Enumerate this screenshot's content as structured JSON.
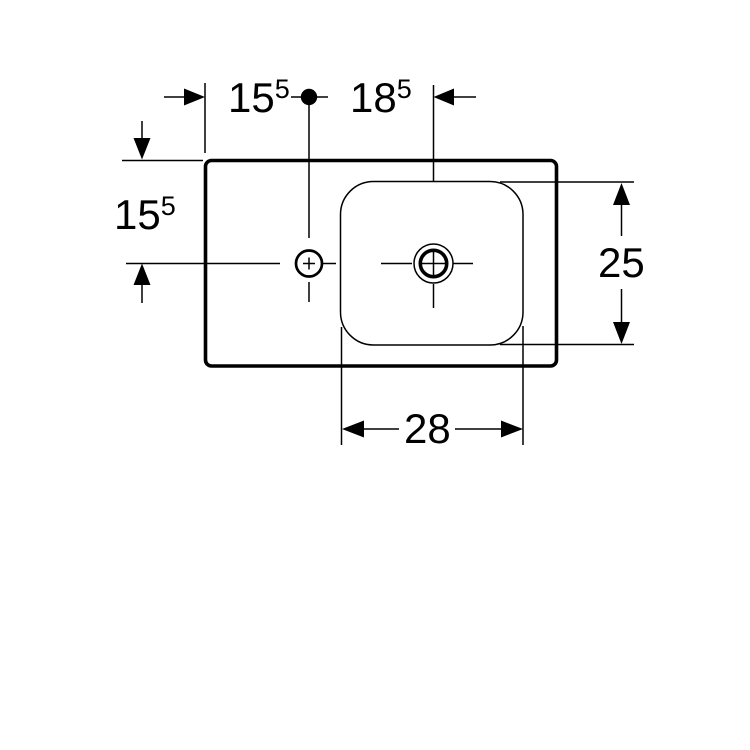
{
  "colors": {
    "ink": "#000000",
    "background": "#ffffff"
  },
  "drawing": {
    "kind": "washbasin-top-view-dimension-drawing",
    "dimensions": {
      "top_left": {
        "main": "15",
        "sup": "5"
      },
      "top_right": {
        "main": "18",
        "sup": "5"
      },
      "left_side": {
        "main": "15",
        "sup": "5"
      },
      "right_side": {
        "main": "25",
        "sup": ""
      },
      "bottom": {
        "main": "28",
        "sup": ""
      }
    }
  }
}
